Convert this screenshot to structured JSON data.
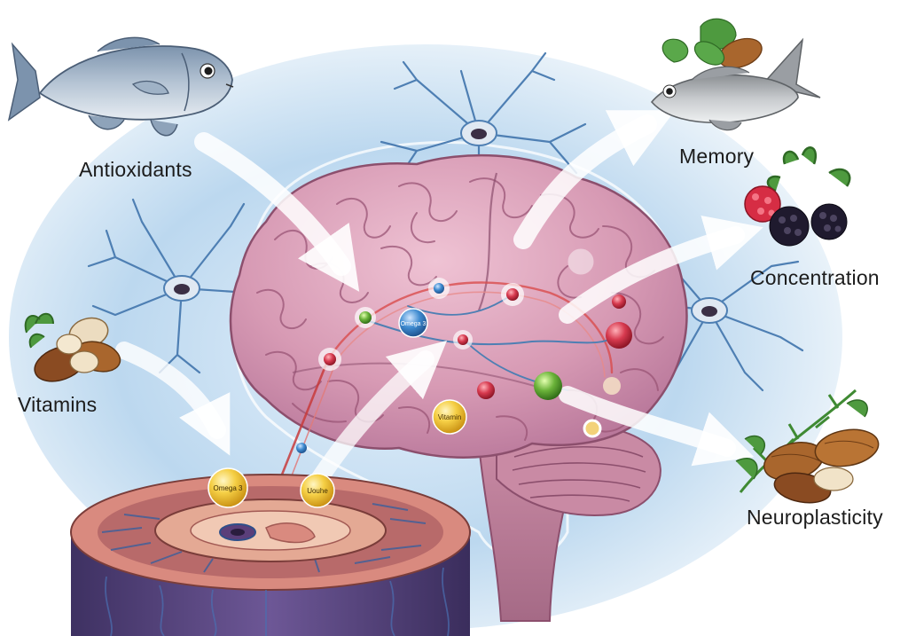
{
  "labels": {
    "antioxidants": "Antioxidants",
    "vitamins": "Vitamins",
    "memory": "Memory",
    "concentration": "Concentration",
    "neuroplasticity": "Neuroplasticity"
  },
  "capsules": {
    "brain_omega": "Omega 3",
    "brain_vitamin": "Vitamin",
    "tissue_omega": "Omega 3",
    "tissue_other": "Uouhe"
  },
  "colors": {
    "background_glow": "#bcd8ef",
    "brain": "#d79ab4",
    "brain_fold": "#9a5576",
    "neuron": "#4e7fb3",
    "arrow": "#ffffff",
    "capsule_gold": "#f2c12e",
    "capsule_blue": "#2f77b8",
    "tissue_outer": "#5f4a84",
    "tissue_ring": "#d98a7f"
  },
  "icons": [
    "fish-icon",
    "nuts-icon",
    "berries-icon",
    "almonds-icon",
    "neuron-icon",
    "brain-icon"
  ]
}
